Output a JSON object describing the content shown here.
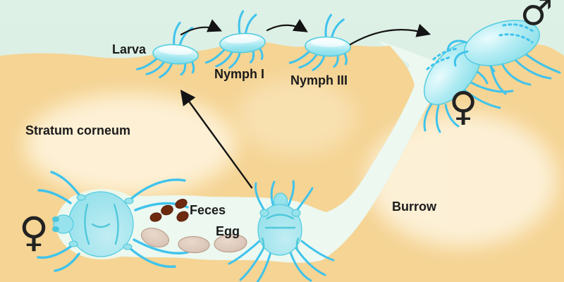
{
  "labels": {
    "larva": "Larva",
    "nymph1": "Nymph I",
    "nymph3": "Nymph III",
    "stratum_corneum": "Stratum corneum",
    "feces": "Feces",
    "egg": "Egg",
    "burrow": "Burrow"
  },
  "symbols": {
    "male": "♂",
    "female": "♀"
  },
  "colors": {
    "sky": "#d8eee3",
    "skin": "#f5d494",
    "skin_highlight": "#fdf4e0",
    "burrow": "#ecf8f0",
    "mite_fill": "#97e2ec",
    "mite_outline": "#54cde0",
    "mite_leg": "#3fc3ec",
    "feces": "#6e2a10",
    "feces_outline": "#571f09",
    "egg_fill": "#dcc8ba",
    "egg_outline": "#bd9f8d",
    "arrow": "#141414",
    "text": "#1b1b1b"
  }
}
